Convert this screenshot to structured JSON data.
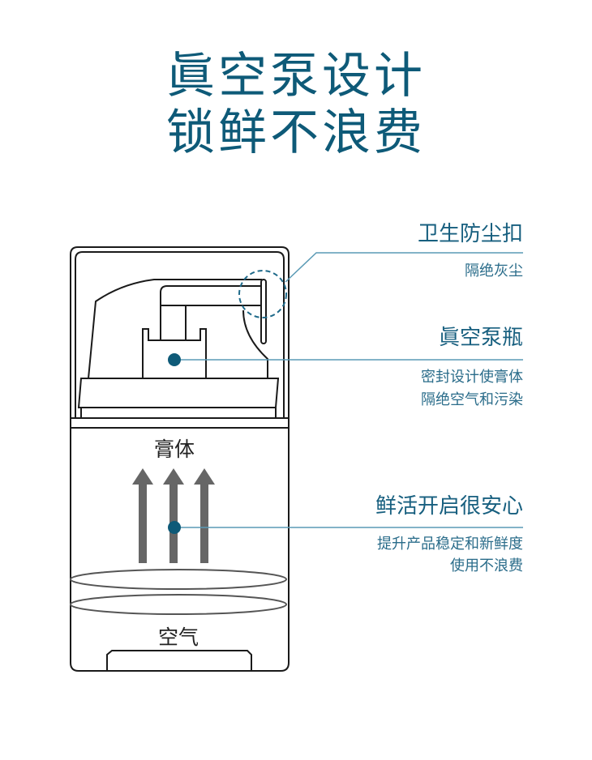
{
  "title": {
    "line1": "眞空泵设计",
    "line2": "锁鲜不浪费"
  },
  "callouts": [
    {
      "heading": "卫生防尘扣",
      "lines": [
        "隔绝灰尘"
      ]
    },
    {
      "heading": "眞空泵瓶",
      "lines": [
        "密封设计使膏体",
        "隔绝空气和污染"
      ]
    },
    {
      "heading": "鲜活开启很安心",
      "lines": [
        "提升产品稳定和新鲜度",
        "使用不浪费"
      ]
    }
  ],
  "bottle_labels": {
    "cream": "膏体",
    "air": "空气"
  },
  "colors": {
    "title": "#0e5a78",
    "accent_dot": "#0e5a78",
    "leader_line": "#5a9ab5",
    "arrow": "#666666",
    "outline": "#1a1a1a"
  }
}
